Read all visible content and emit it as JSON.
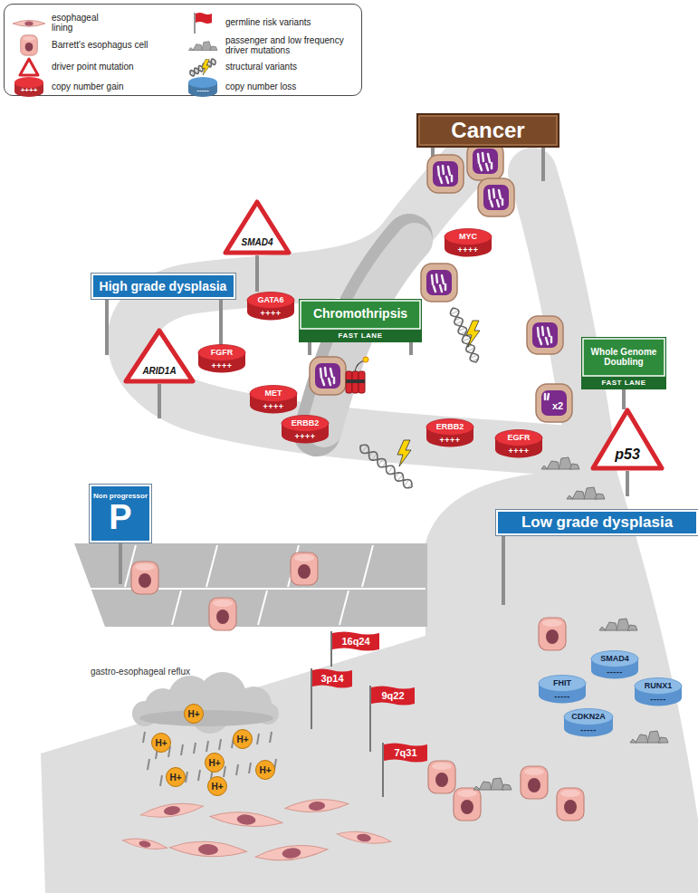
{
  "diagram": {
    "nodes": [
      {
        "text": [
          "Cancer"
        ]
      },
      {
        "text": [
          "MYC",
          "++++"
        ]
      },
      {
        "text": [
          "SMAD4"
        ]
      },
      {
        "text": [
          "GATA6",
          "++++"
        ]
      },
      {
        "text": [
          "High grade dysplasia"
        ]
      },
      {
        "text": [
          "Chromothripsis",
          "FAST LANE"
        ]
      },
      {
        "text": [
          "FGFR",
          "++++"
        ]
      },
      {
        "text": [
          "ARID1A"
        ]
      },
      {
        "text": [
          "MET",
          "++++"
        ]
      },
      {
        "text": [
          "ERBB2",
          "++++"
        ]
      },
      {
        "text": [
          "ERBB2",
          "++++"
        ]
      },
      {
        "text": [
          "EGFR",
          "++++"
        ]
      },
      {
        "text": [
          "Whole Genome Doubling",
          "FAST LANE"
        ]
      },
      {
        "text": [
          "p53"
        ]
      },
      {
        "text": [
          "Non progressor",
          "P"
        ]
      },
      {
        "text": [
          "Low grade dysplasia"
        ]
      },
      {
        "text": [
          "SMAD4",
          "-----"
        ]
      },
      {
        "text": [
          "FHIT",
          "-----"
        ]
      },
      {
        "text": [
          "RUNX1",
          "-----"
        ]
      },
      {
        "text": [
          "CDKN2A",
          "-----"
        ]
      },
      {
        "text": [
          "16q24"
        ]
      },
      {
        "text": [
          "3p14"
        ]
      },
      {
        "text": [
          "9q22"
        ]
      },
      {
        "text": [
          "7q31"
        ]
      },
      {
        "text": [
          "H+"
        ]
      },
      {
        "text": [
          "H+"
        ]
      },
      {
        "text": [
          "H+"
        ]
      },
      {
        "text": [
          "H+"
        ]
      },
      {
        "text": [
          "H+"
        ]
      },
      {
        "text": [
          "H+"
        ]
      },
      {
        "text": [
          "H+"
        ]
      }
    ],
    "labels": [
      "++++",
      "-----",
      "gastro-esophageal reflux",
      "x2"
    ],
    "legend": [
      {
        "text": "esophageal lining"
      },
      {
        "text": "Barrett's esophagus cell"
      },
      {
        "text": "driver point mutation"
      },
      {
        "text": "copy number gain",
        "color": "#e8333b"
      },
      {
        "text": "germline risk variants"
      },
      {
        "text": "passenger and low frequency driver mutations"
      },
      {
        "text": "structural variants"
      },
      {
        "text": "copy number loss",
        "color": "#5b9bd5"
      }
    ]
  }
}
